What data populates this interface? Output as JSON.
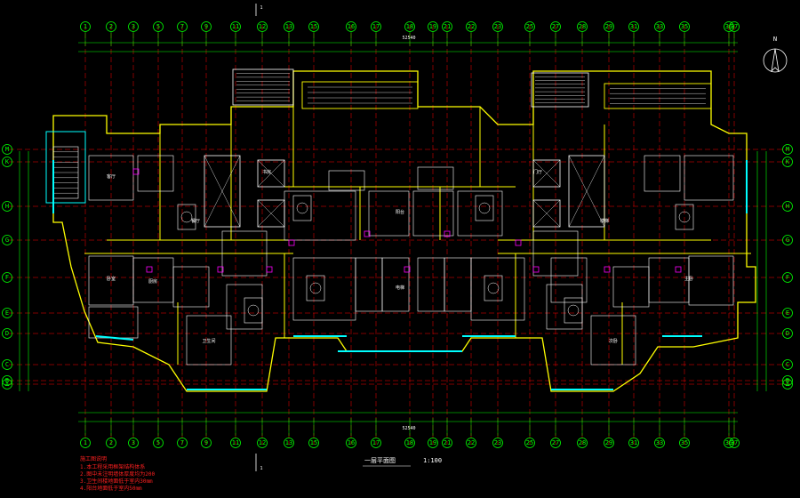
{
  "drawing": {
    "title": "一层平面图",
    "scale": "1:100",
    "north_label": "N",
    "section_mark": "1",
    "total_dimension_top": "52540",
    "total_dimension_bottom": "52540"
  },
  "axes": {
    "horizontal": [
      "1",
      "2",
      "3",
      "5",
      "7",
      "9",
      "11",
      "12",
      "13",
      "15",
      "16",
      "17",
      "18",
      "19",
      "21",
      "22",
      "23",
      "25",
      "27",
      "28",
      "29",
      "31",
      "33",
      "35",
      "36",
      "37"
    ],
    "vertical": [
      "M",
      "K",
      "H",
      "G",
      "F",
      "E",
      "D",
      "C",
      "B",
      "A"
    ]
  },
  "room_labels": [
    "客厅",
    "餐厅",
    "卧室",
    "厨房",
    "卫生间",
    "阳台",
    "电梯",
    "楼梯",
    "主卧",
    "次卧",
    "书房",
    "门厅"
  ],
  "notes": {
    "title": "施工图说明",
    "lines": [
      "1.本工程采用框架结构体系",
      "2.图中未注明墙体厚度均为200",
      "3.卫生间楼地面低于室内30mm",
      "4.阳台地面低于室内50mm"
    ]
  },
  "colors": {
    "background": "#000000",
    "axis": "#00ff00",
    "grid": "#ff0000",
    "wall": "#ffff00",
    "window": "#00ffff",
    "furniture": "#ffffff",
    "accent": "#ff00ff"
  }
}
